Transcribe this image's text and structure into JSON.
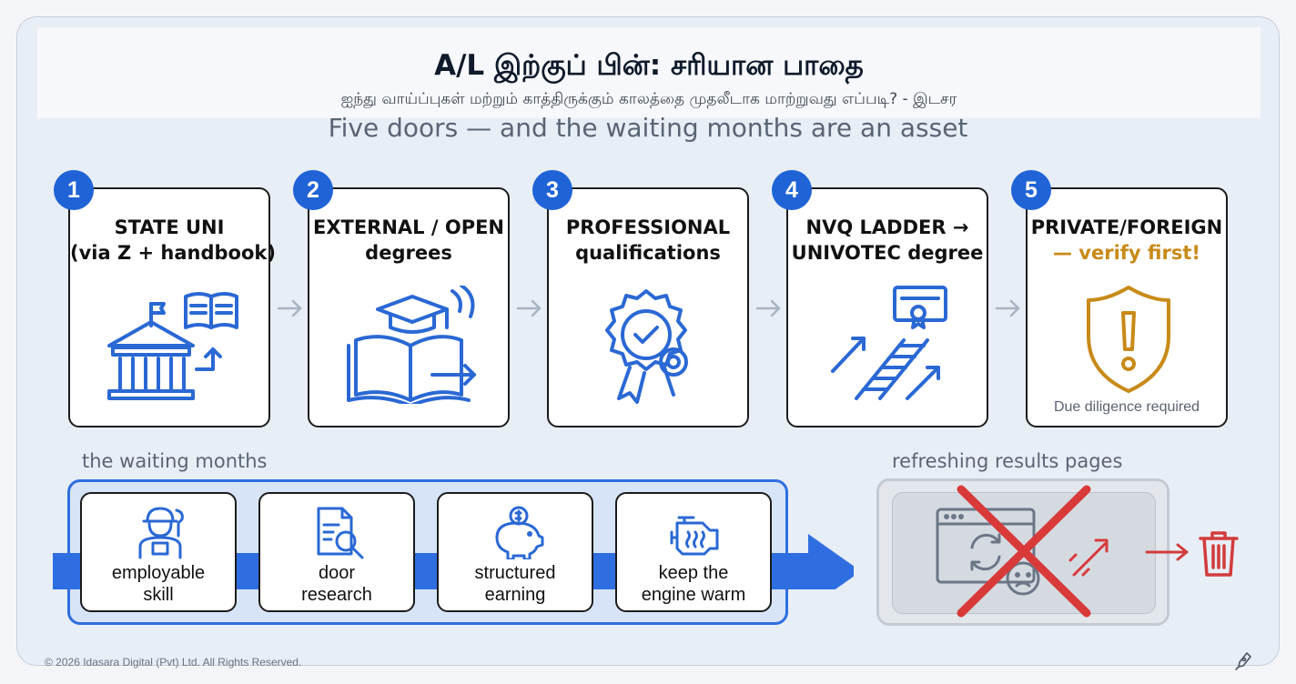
{
  "header": {
    "title": "A/L இற்குப் பின்: சரியான பாதை",
    "subtitle": "ஐந்து வாய்ப்புகள் மற்றும் காத்திருக்கும் காலத்தை முதலீடாக மாற்றுவது எப்படி? - இடசர"
  },
  "tagline": "Five doors — and the waiting months are an asset",
  "doors": [
    {
      "number": "1",
      "line1": "STATE UNI",
      "line2": "(via Z + handbook)",
      "icon": "university-building-icon"
    },
    {
      "number": "2",
      "line1": "EXTERNAL / OPEN",
      "line2": "degrees",
      "icon": "graduation-cap-book-icon"
    },
    {
      "number": "3",
      "line1": "PROFESSIONAL",
      "line2": "qualifications",
      "icon": "award-badge-icon"
    },
    {
      "number": "4",
      "line1": "NVQ LADDER →",
      "line2": "UNIVOTEC degree",
      "icon": "ladder-certificate-icon"
    },
    {
      "number": "5",
      "line1": "PRIVATE/FOREIGN",
      "line2": "— verify first!",
      "icon": "warning-shield-icon",
      "note": "Due diligence required"
    }
  ],
  "waiting": {
    "label": "the waiting months",
    "items": [
      {
        "line1": "employable",
        "line2": "skill",
        "icon": "worker-icon"
      },
      {
        "line1": "door",
        "line2": "research",
        "icon": "document-search-icon"
      },
      {
        "line1": "structured",
        "line2": "earning",
        "icon": "piggy-bank-icon"
      },
      {
        "line1": "keep the",
        "line2": "engine warm",
        "icon": "engine-icon"
      }
    ]
  },
  "refreshing": {
    "label": "refreshing results pages",
    "icon": "browser-refresh-crossed-icon"
  },
  "footer": "© 2026 Idasara Digital (Pvt) Ltd. All Rights Reserved.",
  "colors": {
    "accent_blue": "#1f63d6",
    "warning_gold": "#c88a18",
    "cross_red": "#d83a3a",
    "trash_red": "#d23c3c"
  }
}
